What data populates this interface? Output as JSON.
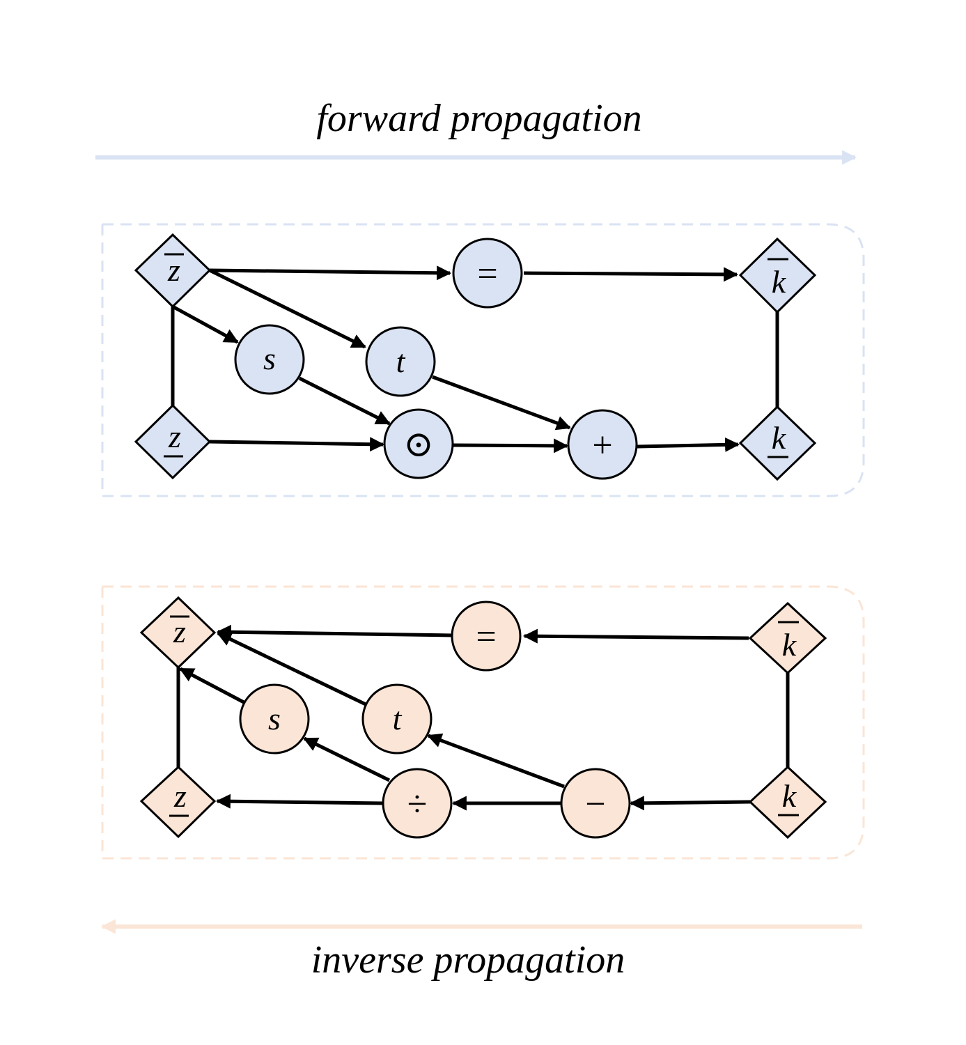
{
  "forward": {
    "caption": "forward propagation",
    "color_fill": "#dae3f3",
    "color_arrow": "#dae3f3",
    "nodes": {
      "z_top": "z",
      "z_bot": "z",
      "s": "s",
      "t": "t",
      "eq": "=",
      "odot": "⊙",
      "plus": "+",
      "k_top": "k",
      "k_bot": "k"
    }
  },
  "inverse": {
    "caption": "inverse propagation",
    "color_fill": "#fbe5d6",
    "color_arrow": "#fbe5d6",
    "nodes": {
      "z_top": "z",
      "z_bot": "z",
      "s": "s",
      "t": "t",
      "eq": "=",
      "div": "÷",
      "minus": "−",
      "k_top": "k",
      "k_bot": "k"
    }
  }
}
